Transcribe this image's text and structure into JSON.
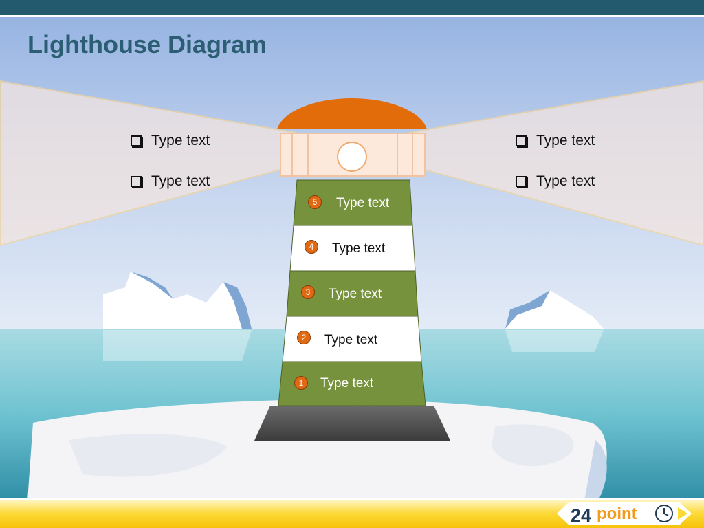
{
  "slide": {
    "title": "Lighthouse Diagram"
  },
  "beams": {
    "left": [
      "Type text",
      "Type text"
    ],
    "right": [
      "Type text",
      "Type text"
    ]
  },
  "tiers": [
    {
      "number": "5",
      "label": "Type text",
      "color": "#76923c"
    },
    {
      "number": "4",
      "label": "Type text",
      "color": "#ffffff"
    },
    {
      "number": "3",
      "label": "Type text",
      "color": "#76923c"
    },
    {
      "number": "2",
      "label": "Type text",
      "color": "#ffffff"
    },
    {
      "number": "1",
      "label": "Type text",
      "color": "#76923c"
    }
  ],
  "logo": {
    "number": "24",
    "word": "point"
  },
  "colors": {
    "header_bar": "#235a6e",
    "dome": "#e36c0a",
    "tier_green": "#76923c",
    "sea": "#67c1d0",
    "footer_stripe": "#fcd934"
  }
}
